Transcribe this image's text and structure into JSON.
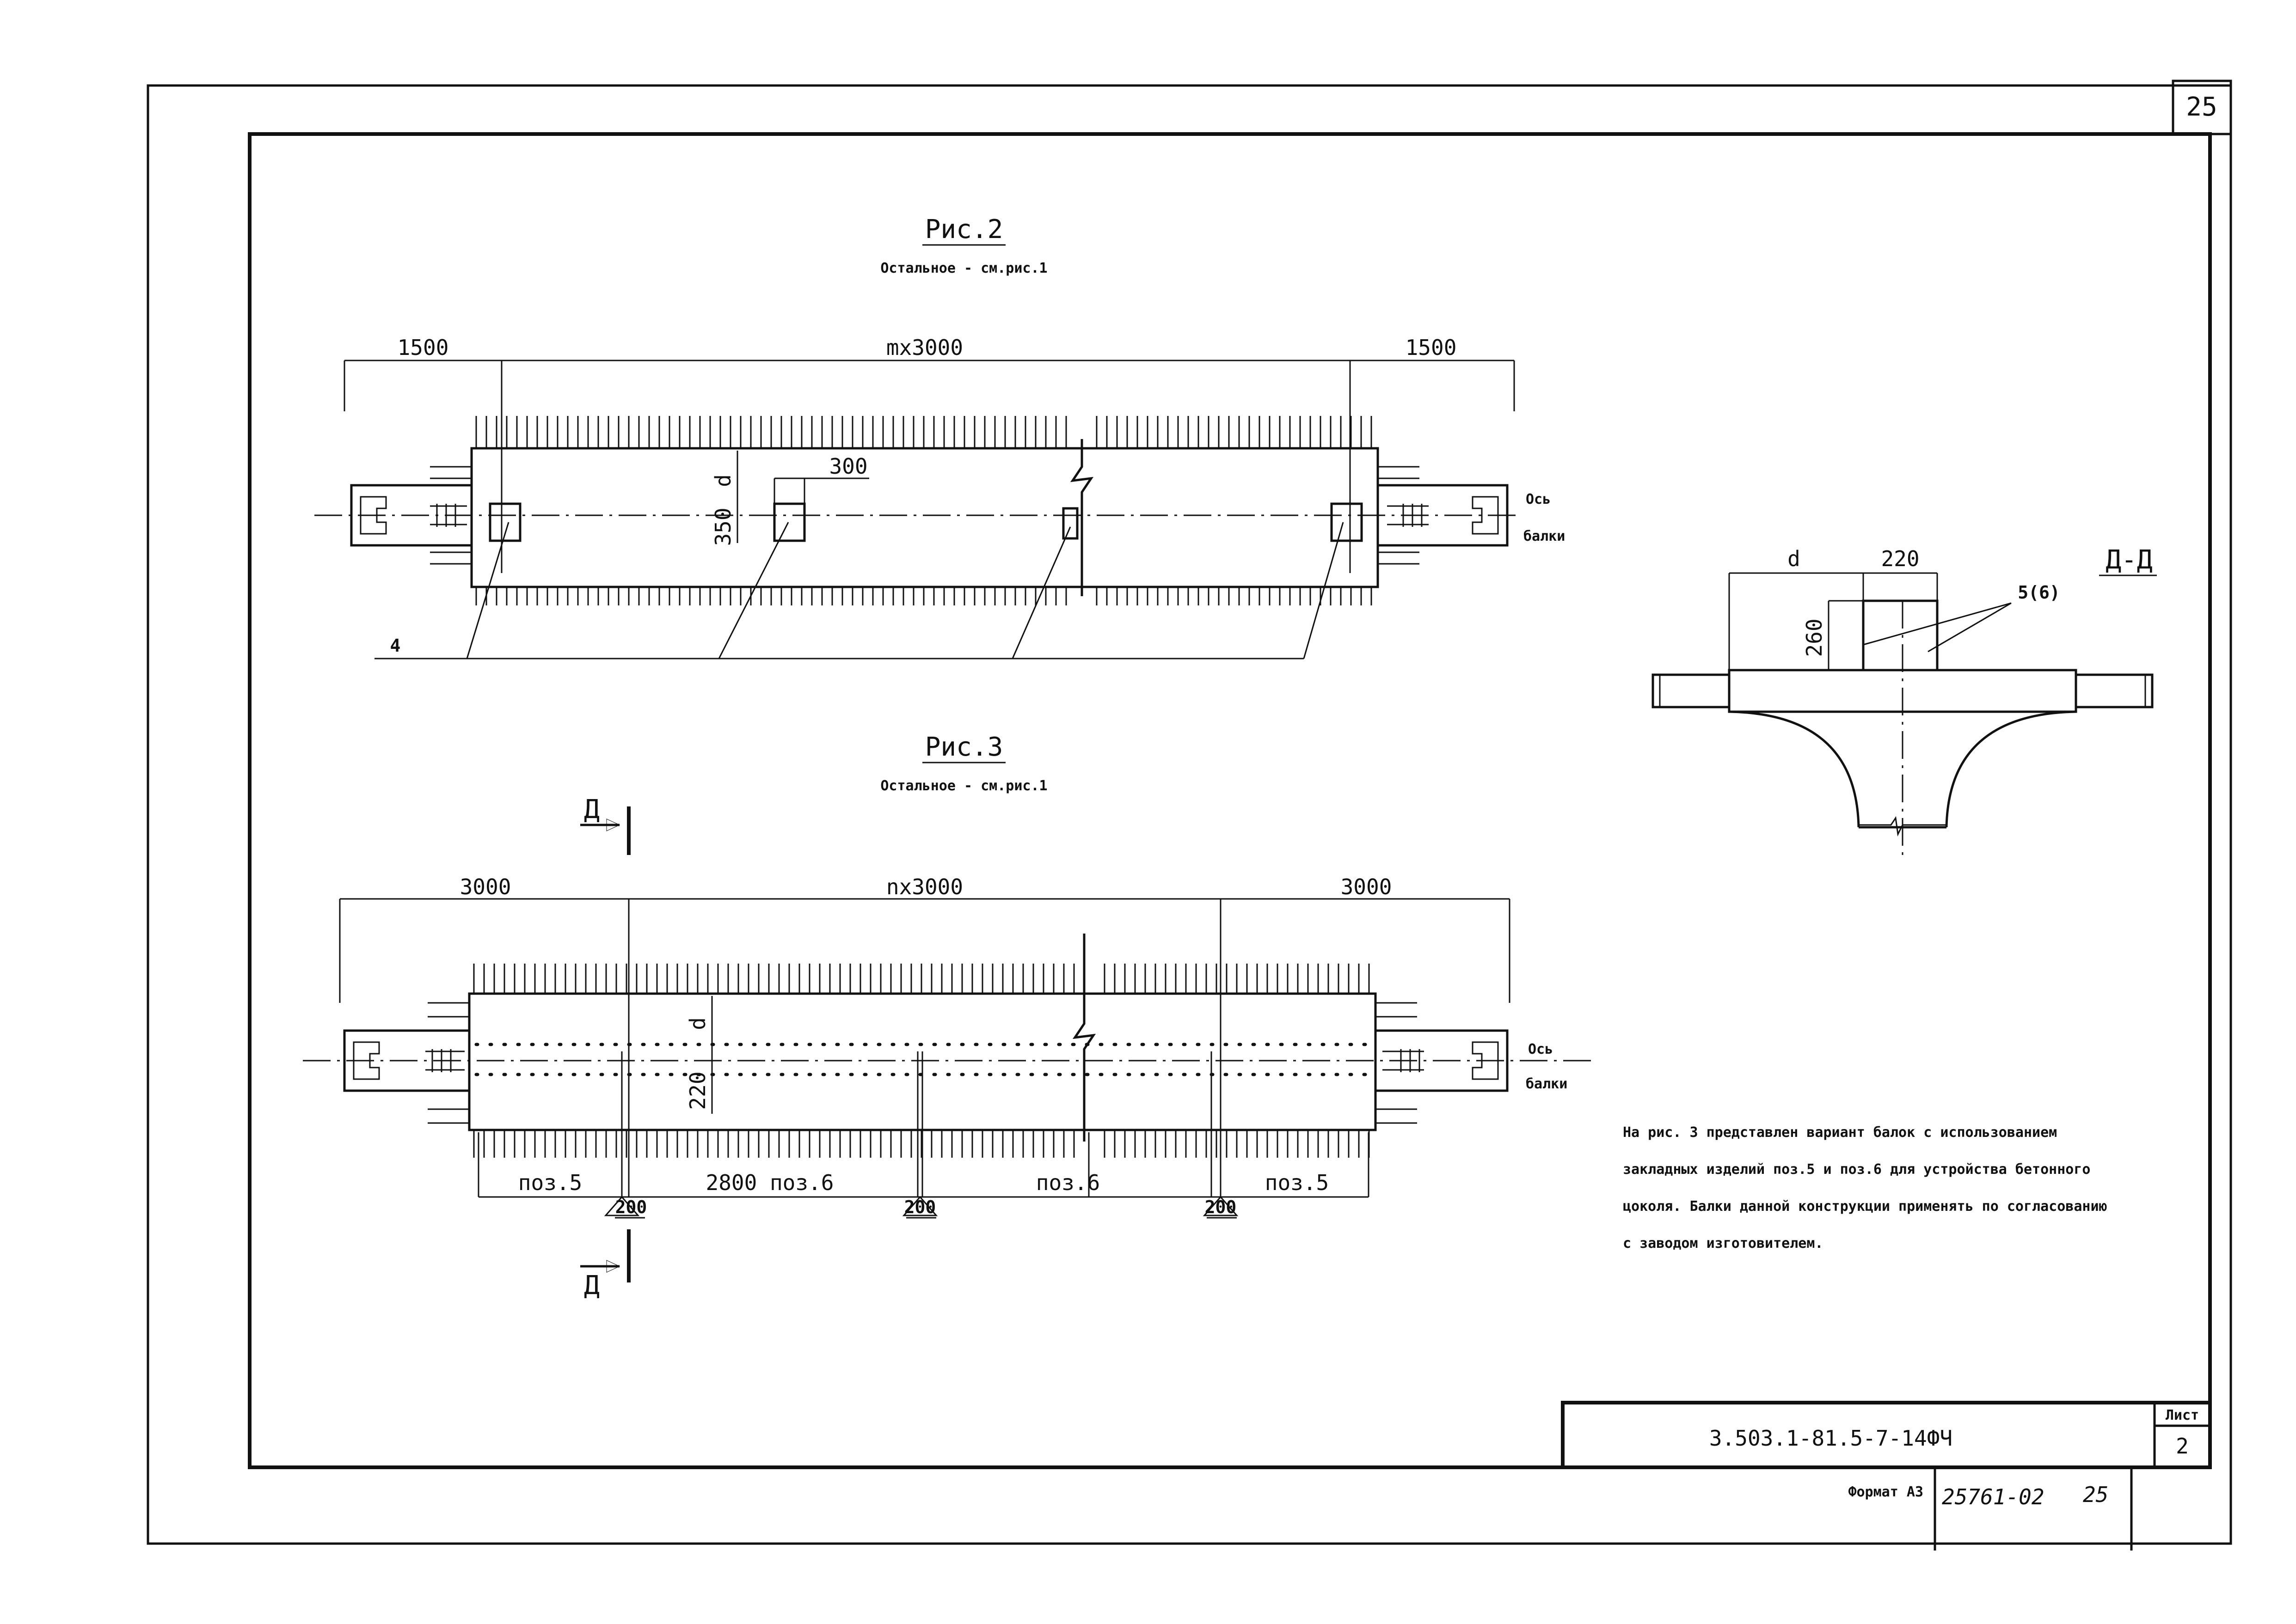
{
  "sheet": {
    "page_number": "25",
    "format_label": "Формат А3",
    "archive_number": "25761-02",
    "archive_page": "25"
  },
  "title_block": {
    "code": "3.503.1-81.5-7-14ФЧ",
    "sheet_label": "Лист",
    "sheet_number": "2"
  },
  "fig2": {
    "title": "Рис.2",
    "note": "Остальное - см.рис.1",
    "dim_left": "1500",
    "dim_mid": "mx3000",
    "dim_right": "1500",
    "dim_300": "300",
    "dim_350": "350",
    "dim_d": "d",
    "leader_label": "4",
    "axis_label_1": "Ось",
    "axis_label_2": "балки"
  },
  "fig3": {
    "title": "Рис.3",
    "note": "Остальное - см.рис.1",
    "dim_left": "3000",
    "dim_mid": "nx3000",
    "dim_right": "3000",
    "dim_d": "d",
    "dim_220": "220",
    "seg_1": "поз.5",
    "seg_2": "2800 поз.6",
    "seg_3": "поз.6",
    "seg_4": "поз.5",
    "support_1": "200",
    "support_2": "200",
    "support_3": "200",
    "section_mark_top": "Д",
    "section_mark_bottom": "Д",
    "axis_label_1": "Ось",
    "axis_label_2": "балки"
  },
  "section": {
    "title": "Д-Д",
    "dim_d": "d",
    "dim_220": "220",
    "dim_260": "260",
    "leader_label": "5(6)"
  },
  "note_lines": [
    "На рис. 3 представлен вариант балок с использованием",
    "закладных изделий поз.5 и поз.6 для устройства бетонного",
    "цоколя. Балки данной конструкции применять по согласованию",
    "с заводом изготовителем."
  ]
}
